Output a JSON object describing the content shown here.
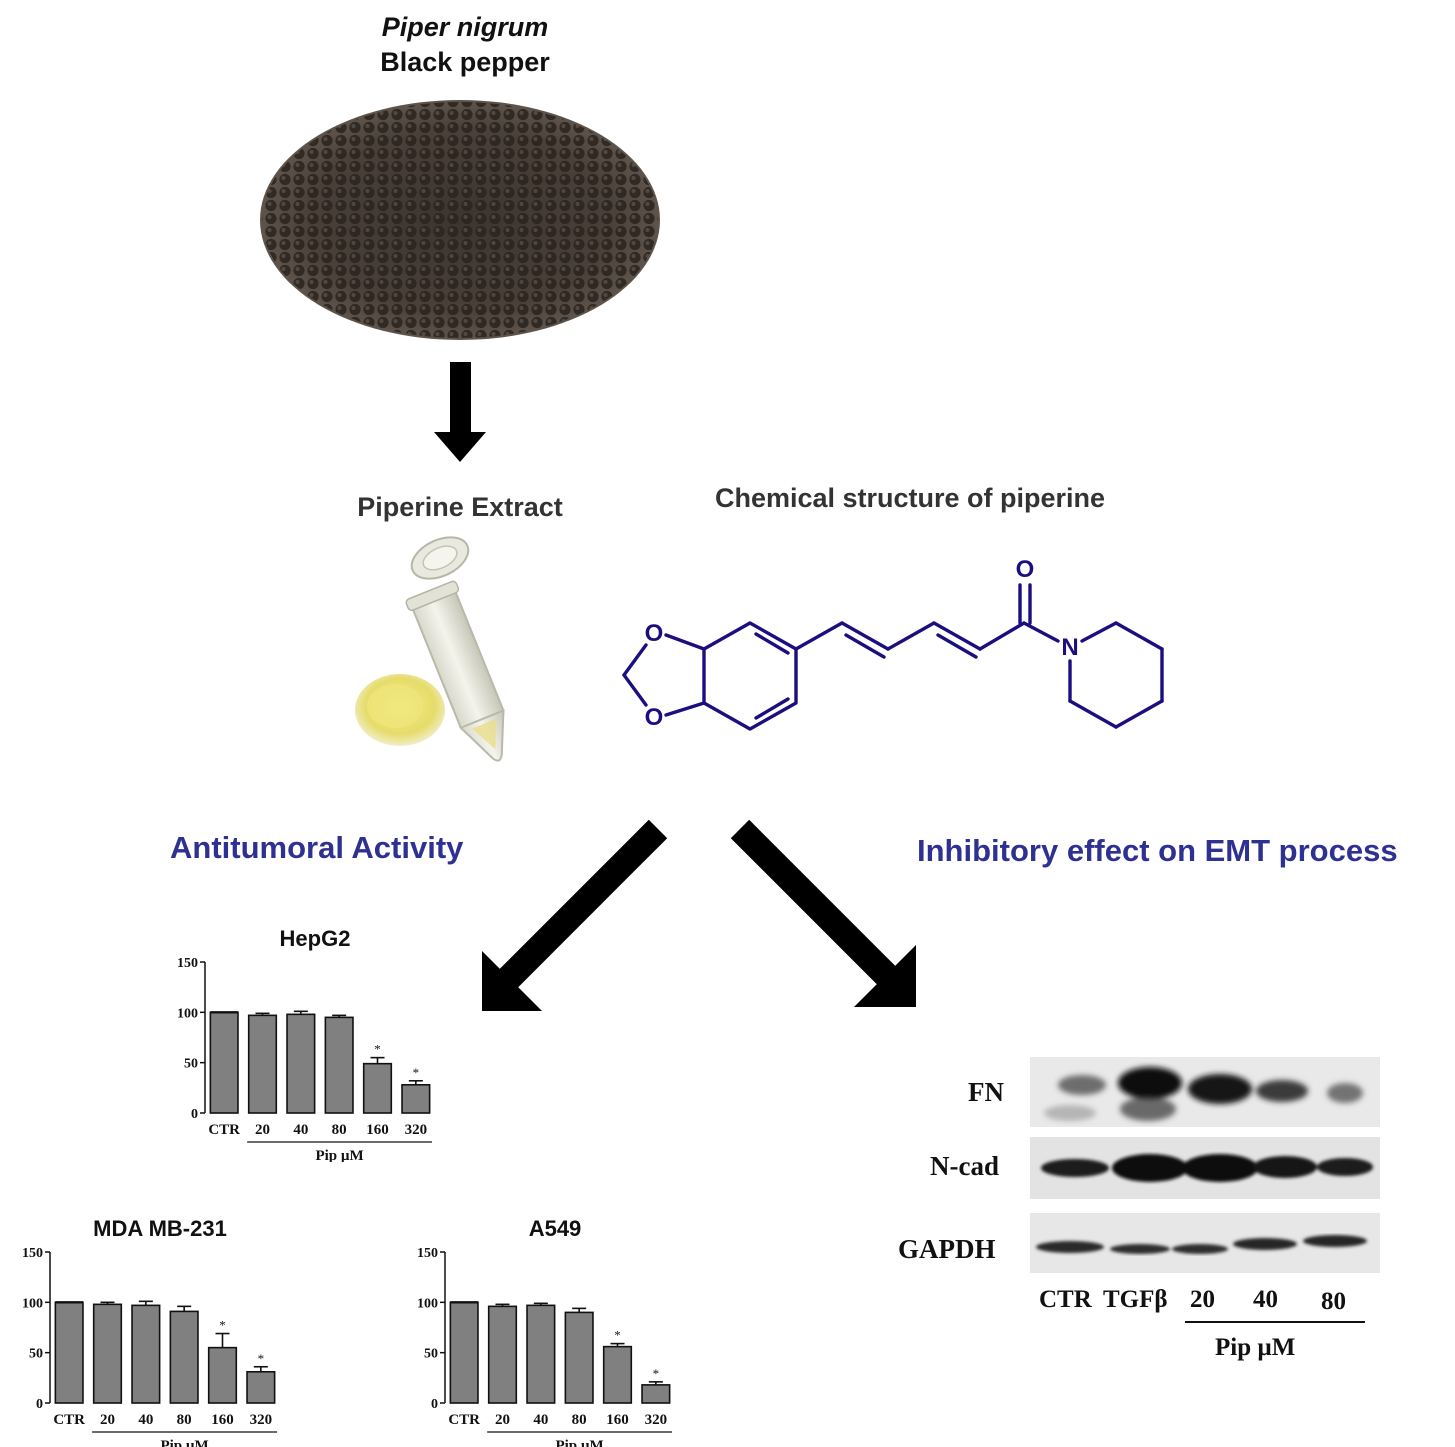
{
  "header": {
    "species": "Piper nigrum",
    "common_name": "Black pepper"
  },
  "extract_label": "Piperine Extract",
  "structure_label": "Chemical structure of piperine",
  "structure_atoms": {
    "o1": "O",
    "o2": "O",
    "o3": "O",
    "n": "N"
  },
  "branch_left": "Antitumoral Activity",
  "branch_right": "Inhibitory effect on EMT process",
  "colors": {
    "accent": "#2e3192",
    "molecule": "#1b0f80",
    "bar": "#808080"
  },
  "chart_data": [
    {
      "type": "bar",
      "title": "HepG2",
      "categories": [
        "CTR",
        "20",
        "40",
        "80",
        "160",
        "320"
      ],
      "values": [
        100,
        97,
        98,
        95,
        49,
        28
      ],
      "errors": [
        0,
        2,
        3,
        2,
        6,
        4
      ],
      "significant": [
        false,
        false,
        false,
        false,
        true,
        true
      ],
      "yticks": [
        "0",
        "50",
        "100",
        "150"
      ],
      "ylim": [
        0,
        150
      ],
      "xlabel": "Pip µM",
      "sig_mark": "*"
    },
    {
      "type": "bar",
      "title": "MDA MB-231",
      "categories": [
        "CTR",
        "20",
        "40",
        "80",
        "160",
        "320"
      ],
      "values": [
        100,
        98,
        97,
        91,
        55,
        31
      ],
      "errors": [
        0,
        2,
        4,
        5,
        14,
        5
      ],
      "significant": [
        false,
        false,
        false,
        false,
        true,
        true
      ],
      "yticks": [
        "0",
        "50",
        "100",
        "150"
      ],
      "ylim": [
        0,
        150
      ],
      "xlabel": "Pip µM",
      "sig_mark": "*"
    },
    {
      "type": "bar",
      "title": "A549",
      "categories": [
        "CTR",
        "20",
        "40",
        "80",
        "160",
        "320"
      ],
      "values": [
        100,
        96,
        97,
        90,
        56,
        18
      ],
      "errors": [
        0,
        2,
        2,
        4,
        3,
        3
      ],
      "significant": [
        false,
        false,
        false,
        false,
        true,
        true
      ],
      "yticks": [
        "0",
        "50",
        "100",
        "150"
      ],
      "ylim": [
        0,
        150
      ],
      "xlabel": "Pip µM",
      "sig_mark": "*"
    }
  ],
  "western_blot": {
    "rows": [
      "FN",
      "N-cad",
      "GAPDH"
    ],
    "lanes": [
      "CTR",
      "TGFβ",
      "20",
      "40",
      "80"
    ],
    "group_label": "Pip µM"
  }
}
